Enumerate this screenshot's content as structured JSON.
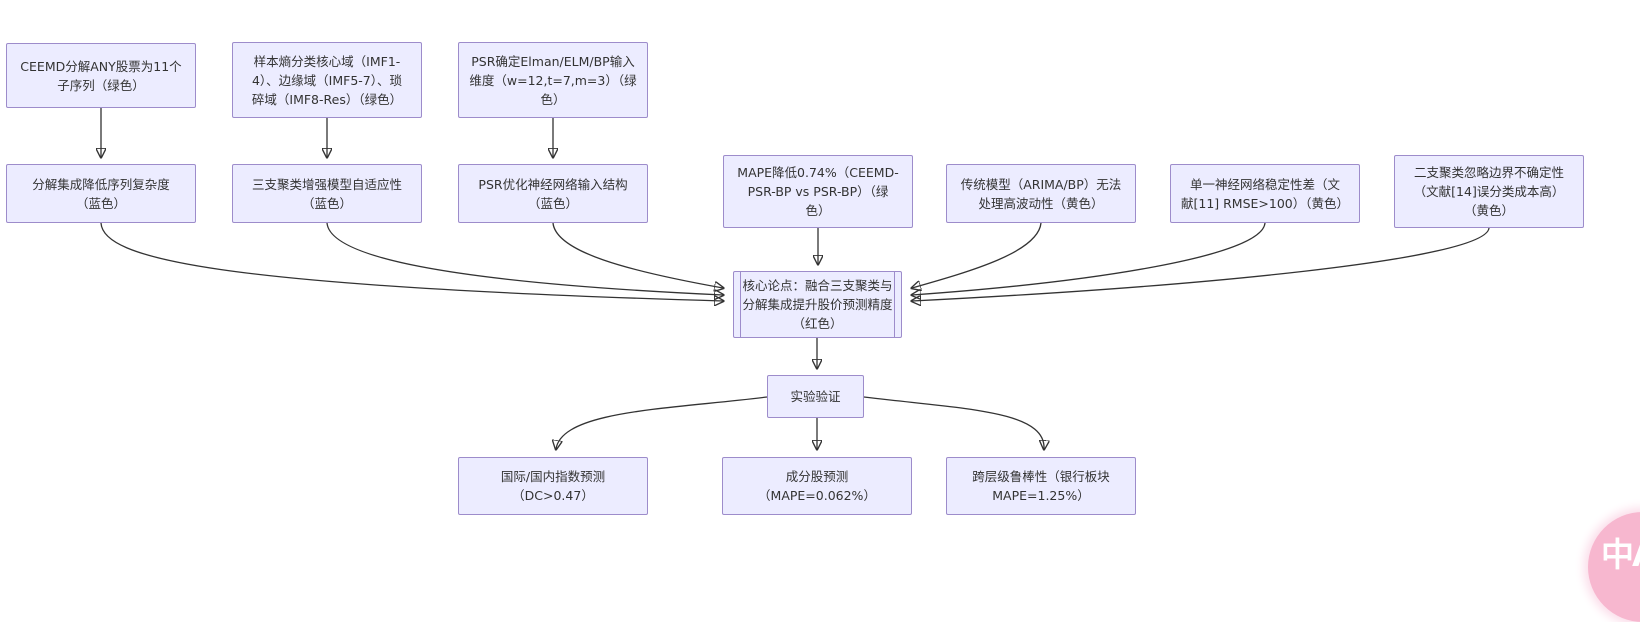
{
  "colors": {
    "node_fill": "#ECECFF",
    "node_border": "#9d8ccb",
    "arrow": "#333333",
    "core_text": "#333333",
    "watermark_pink": "#f7b7cf"
  },
  "nodes": {
    "ceemd": {
      "lines": [
        "CEEMD分解ANY股票为11个",
        "子序列（绿色）"
      ]
    },
    "sample_entropy": {
      "lines": [
        "样本熵分类核心域（IMF1-",
        "4）、边缘域（IMF5-7）、琐",
        "碎域（IMF8-Res）（绿色）"
      ]
    },
    "psr_dimension": {
      "lines": [
        "PSR确定Elman/ELM/BP输入",
        "维度（w=12,t=7,m=3）（绿",
        "色）"
      ]
    },
    "decomp_complexity": {
      "lines": [
        "分解集成降低序列复杂度",
        "（蓝色）"
      ]
    },
    "three_way_adaptive": {
      "lines": [
        "三支聚类增强模型自适应性",
        "（蓝色）"
      ]
    },
    "psr_structure": {
      "lines": [
        "PSR优化神经网络输入结构",
        "（蓝色）"
      ]
    },
    "mape_gain": {
      "lines": [
        "MAPE降低0.74%（CEEMD-",
        "PSR-BP vs PSR-BP）（绿",
        "色）"
      ]
    },
    "traditional_limit": {
      "lines": [
        "传统模型（ARIMA/BP）无法",
        "处理高波动性（黄色）"
      ]
    },
    "single_nn_limit": {
      "lines": [
        "单一神经网络稳定性差（文",
        "献[11] RMSE>100）（黄色）"
      ]
    },
    "two_way_limit": {
      "lines": [
        "二支聚类忽略边界不确定性",
        "（文献[14]误分类成本高）",
        "（黄色）"
      ]
    },
    "core_thesis": {
      "lines": [
        "核心论点：融合三支聚类与",
        "分解集成提升股价预测精度",
        "（红色）"
      ]
    },
    "experiment": {
      "lines": [
        "实验验证"
      ]
    },
    "index_prediction": {
      "lines": [
        "国际/国内指数预测",
        "（DC>0.47）"
      ]
    },
    "constituent_prediction": {
      "lines": [
        "成分股预测",
        "（MAPE=0.062%）"
      ]
    },
    "cross_level_robustness": {
      "lines": [
        "跨层级鲁棒性（银行板块",
        "MAPE=1.25%）"
      ]
    }
  },
  "watermark": {
    "label": "中A"
  }
}
